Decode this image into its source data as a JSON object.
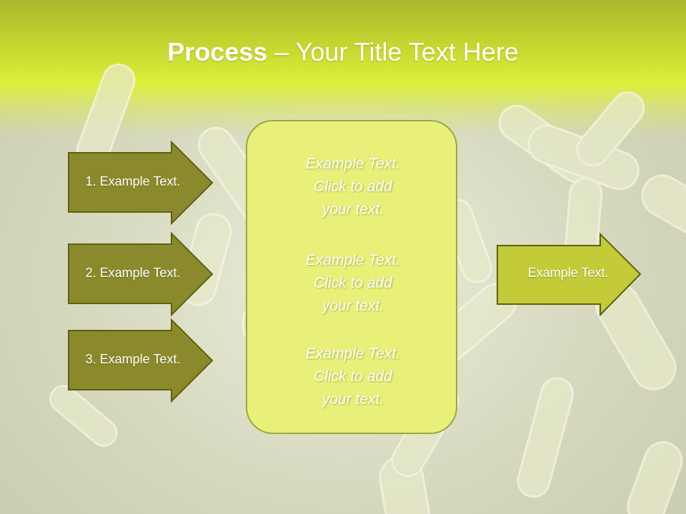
{
  "title": {
    "bold": "Process",
    "rest": " – Your Title Text Here"
  },
  "left_steps": [
    {
      "label": "1. Example Text."
    },
    {
      "label": "2. Example Text."
    },
    {
      "label": "3. Example Text."
    }
  ],
  "center_blocks": [
    {
      "line1": "Example Text.",
      "line2": "Click  to add",
      "line3": "your text."
    },
    {
      "line1": "Example Text.",
      "line2": "Click  to add",
      "line3": "your text."
    },
    {
      "line1": "Example Text.",
      "line2": "Click  to add",
      "line3": "your text."
    }
  ],
  "right_arrow": {
    "label": "Example Text."
  },
  "colors": {
    "dark_arrow": "#8a8a2c",
    "light_arrow": "#c3cc38",
    "center_box": "#e8f07a",
    "title_band": "#d4e636"
  }
}
